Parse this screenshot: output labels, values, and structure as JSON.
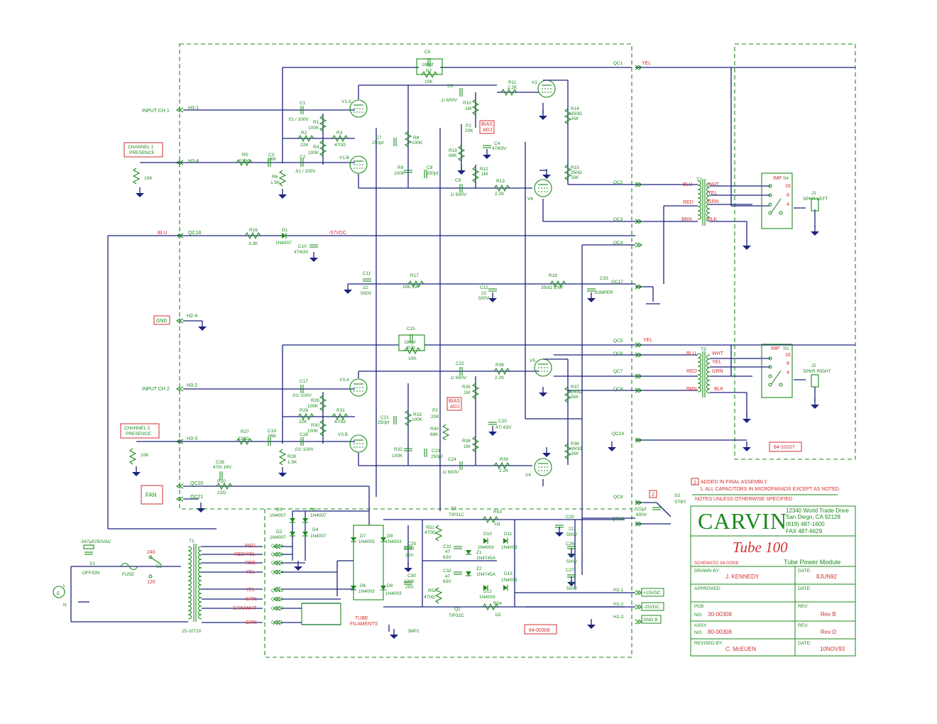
{
  "title_block": {
    "logo": "CARVIN",
    "address": [
      "12340 World Trade Drive",
      "San Diego, CA  92128",
      "(619) 487-1600",
      "FAX 487-6629"
    ],
    "model": "Tube 100",
    "schematic": "SCHEMATIC 84-00308",
    "module": "Tube Power Module",
    "drawn_by_label": "DRAWN BY:",
    "drawn_by": "J. KENNEDY",
    "date_label": "DATE:",
    "drawn_date": "8JUN92",
    "approved_label": "APPROVED:",
    "pcb_label": "PCB",
    "no_label": "NO:",
    "pcb_no": "30-00308",
    "rev_label": "REV:",
    "pcb_rev": "Rev B",
    "assy_label": "ASSY.",
    "assy_no": "80-00308",
    "assy_rev": "Rev D",
    "revised_label": "REVISED BY:",
    "revised_by": "C. McEUEN",
    "revised_date": "10NOV93"
  },
  "notes": {
    "added": "ADDED IN FINAL ASSEMBLY.",
    "added_mark": "2",
    "note1": "1.  ALL CAPACITORS IN MICROFARADS EXCEPT AS NOTED.",
    "note2": "NOTES UNLESS OTHERWISE SPECIFIED"
  },
  "board_labels": {
    "main": "84-00308",
    "speaker": "84-10107"
  },
  "connectors_left": [
    {
      "id": "H3-1",
      "label": "INPUT CH 1"
    },
    {
      "id": "H3-4",
      "label": ""
    },
    {
      "id": "QC18",
      "label": "BLU"
    },
    {
      "id": "H2-4",
      "label": "GND"
    },
    {
      "id": "H3-2",
      "label": "INPUT CH 2"
    },
    {
      "id": "H3-3",
      "label": ""
    },
    {
      "id": "QC20",
      "label": "FAN"
    },
    {
      "id": "QC21",
      "label": ""
    }
  ],
  "connectors_right": [
    {
      "id": "QC1",
      "wire": "YEL"
    },
    {
      "id": "QC2",
      "wire": ""
    },
    {
      "id": "QC3",
      "wire": ""
    },
    {
      "id": "QC4",
      "wire": ""
    },
    {
      "id": "QC17",
      "wire": ""
    },
    {
      "id": "QC5",
      "wire": "YEL"
    },
    {
      "id": "QC6",
      "wire": ""
    },
    {
      "id": "QC7",
      "wire": ""
    },
    {
      "id": "QC8",
      "wire": ""
    },
    {
      "id": "QC24",
      "wire": ""
    },
    {
      "id": "QC9",
      "wire": ""
    },
    {
      "id": "QC10",
      "wire": ""
    },
    {
      "id": "H2-1",
      "wire": "+15VDC"
    },
    {
      "id": "H2-2",
      "wire": "-15VDC"
    },
    {
      "id": "H2-3",
      "wire": "GND B"
    }
  ],
  "transformer_taps": [
    {
      "id": "QC16",
      "wire": "RED"
    },
    {
      "id": "QC22",
      "wire": "RED/YEL"
    },
    {
      "id": "QC15",
      "wire": "RED"
    },
    {
      "id": "QC14",
      "wire": "YEL"
    },
    {
      "id": "QC13",
      "wire": "YEL"
    },
    {
      "id": "QC12",
      "wire": "GRN"
    },
    {
      "id": "QC23",
      "wire": "GRN/WHT"
    },
    {
      "id": "QC11",
      "wire": "GRN"
    }
  ],
  "presence": [
    "CHANNEL 1\nPRESENCE",
    "CHANNEL 2\nPRESENCE"
  ],
  "bias": "BIAS\nADJ",
  "tubes": [
    "V1.A",
    "V1.B",
    "V3.A",
    "V3.B",
    "V2",
    "V6",
    "V5",
    "V4"
  ],
  "components": {
    "C5": [
      "C5",
      "180pf"
    ],
    "R7": [
      "R7",
      "10K"
    ],
    "C1": [
      "C1",
      ".01 / 100V"
    ],
    "R1": [
      "R1",
      "100K"
    ],
    "R2": [
      "R2",
      "22K"
    ],
    "R3": [
      "R3",
      "470Ω"
    ],
    "R4": [
      "R4",
      "100K"
    ],
    "R5": [
      "R5",
      "220Ω"
    ],
    "C3": [
      "C3",
      ".068"
    ],
    "R6": [
      "R6",
      "1.5K"
    ],
    "C2": [
      "C2",
      ".01 / 100V"
    ],
    "C6": [
      "C6",
      ".1/ 600V"
    ],
    "R11": [
      "R11",
      "2.2K"
    ],
    "R10": [
      "R10",
      "1M"
    ],
    "P1": [
      "P1",
      "20K"
    ],
    "R19": [
      "R19",
      "68K"
    ],
    "C4": [
      "C4",
      "47/63V"
    ],
    "R12": [
      "R12",
      "1M"
    ],
    "C7": [
      "C7",
      "250pf"
    ],
    "R8": [
      "R8",
      "100K"
    ],
    "R9": [
      "R9",
      "100K"
    ],
    "C8": [
      "C8",
      "250pf"
    ],
    "C9": [
      "C9",
      ".1/ 600V"
    ],
    "R13": [
      "R13",
      "2.2K"
    ],
    "R14": [
      "R14",
      "350Ω",
      "5W"
    ],
    "R15": [
      "R15",
      "350Ω",
      "5W"
    ],
    "R16": [
      "R16",
      "3.3K"
    ],
    "D1": [
      "D1",
      "1N4007"
    ],
    "C10": [
      "C10",
      "47/63V"
    ],
    "V57": "-57VDC",
    "C11": [
      "C11",
      "22",
      "500V"
    ],
    "R17": [
      "R17",
      "10K  1W"
    ],
    "C12": [
      "C12",
      "22",
      "500V"
    ],
    "R18": [
      "R18",
      "350Ω  10W"
    ],
    "C33": [
      "C33",
      "JUMPER"
    ],
    "C15": [
      "C15",
      "180pf"
    ],
    "R25": [
      "R25",
      "10K"
    ],
    "C17": [
      "C17",
      ".01/ 100V"
    ],
    "R26": [
      "R26",
      "100K"
    ],
    "R29": [
      "R29",
      "22K"
    ],
    "R31": [
      "R31",
      "470Ω"
    ],
    "R30": [
      "R30",
      "100K"
    ],
    "R27": [
      "R27",
      "220Ω"
    ],
    "C19": [
      "C19",
      ".068"
    ],
    "R28": [
      "R28",
      "1.5K"
    ],
    "C18": [
      "C18",
      ".01/ 100V"
    ],
    "C22": [
      "C22",
      ".1/ 600V"
    ],
    "R36": [
      "R36",
      "2.2K"
    ],
    "R35": [
      "R35",
      "1M"
    ],
    "P2": [
      "P2",
      "20K"
    ],
    "R40": [
      "R40",
      "68K"
    ],
    "C20": [
      "C20",
      "47/ 63V"
    ],
    "R34": [
      "R34",
      "1M"
    ],
    "C21": [
      "C21",
      "250pf"
    ],
    "R33": [
      "R33",
      "100K"
    ],
    "R32": [
      "R32",
      "100K"
    ],
    "C23": [
      "C23",
      "250pf"
    ],
    "C24": [
      "C24",
      ".1/ 600V"
    ],
    "R39": [
      "R39",
      "2.2K"
    ],
    "R37": [
      "R37",
      "350Ω",
      "5W"
    ],
    "R38": [
      "R38",
      "350Ω",
      "5W"
    ],
    "C28": [
      "C28",
      "470/ 16V"
    ],
    "R50": [
      "R50",
      "22Ω"
    ],
    "D3": [
      "D3",
      "1N4007"
    ],
    "D5": [
      "D5",
      "1N4007"
    ],
    "D2": [
      "D2",
      "1N4007"
    ],
    "D4": [
      "D4",
      "1N4007"
    ],
    "D7": [
      "D7",
      "1N4003"
    ],
    "D9": [
      "D9",
      "1N4003"
    ],
    "D6": [
      "D6",
      "1N4003"
    ],
    "D8": [
      "D8",
      "1N4003"
    ],
    "Q1": [
      "Q1",
      "TIP31C"
    ],
    "R53": [
      "R53",
      "1Ω"
    ],
    "R51": [
      "R51",
      "470Ω"
    ],
    "D10": [
      "D10",
      "1N4003"
    ],
    "D11": [
      "D11",
      "1N4003"
    ],
    "C29": [
      "C29",
      "2200",
      "25V"
    ],
    "C31": [
      "C31",
      "47",
      "63V"
    ],
    "Z1": [
      "Z1",
      "1N4745A"
    ],
    "C30": [
      "C30",
      "2200",
      "25V"
    ],
    "C32": [
      "C32",
      "47",
      "63V"
    ],
    "Z2": [
      "Z2",
      "1N4745A"
    ],
    "D13": [
      "D13",
      "1N4003"
    ],
    "D12": [
      "D12",
      "1N4003"
    ],
    "R52": [
      "R52",
      "470Ω"
    ],
    "Q2": [
      "Q2",
      "TIP32C"
    ],
    "R54": [
      "R54",
      "1Ω"
    ],
    "C25": [
      "C25",
      "22",
      "500V"
    ],
    "C26": [
      "C26",
      "22",
      "500V"
    ],
    "C27": [
      "C27",
      "22",
      "500V"
    ],
    "C34": [
      ".022µf",
      "600V"
    ],
    "S3": [
      "S3",
      "STBY"
    ],
    "T1": "T1",
    "T1part": "15-10710",
    "T2": "T2",
    "T3": "T3",
    "S1": [
      "S1",
      "OFF/ON"
    ],
    "S2": "S2",
    "S2v": [
      "240",
      "120"
    ],
    "fuse": "FUSE",
    "C0": ".047µf/250VAC",
    "JMP1": "JMP1",
    "filaments": [
      "TUBE",
      "FILAMENTS"
    ],
    "pot": "10K",
    "plug": [
      "L",
      "E",
      "N"
    ]
  },
  "speakers": {
    "left": {
      "switch": "S4",
      "imp": "IMP",
      "taps": [
        "16",
        "8",
        "4"
      ],
      "jack": "J1",
      "name": "SPKR LEFT",
      "wires_in": [
        "BLU",
        "RED",
        "BRN"
      ],
      "wires_out": [
        "WHT",
        "YEL",
        "GRN",
        "BLK"
      ]
    },
    "right": {
      "switch": "S5",
      "imp": "IMP",
      "taps": [
        "16",
        "8",
        "4"
      ],
      "jack": "J2",
      "name": "SPKR RIGHT",
      "wires_in": [
        "BLU",
        "RED",
        "BRN"
      ],
      "wires_out": [
        "WHT",
        "YEL",
        "GRN",
        "BLK"
      ]
    }
  }
}
